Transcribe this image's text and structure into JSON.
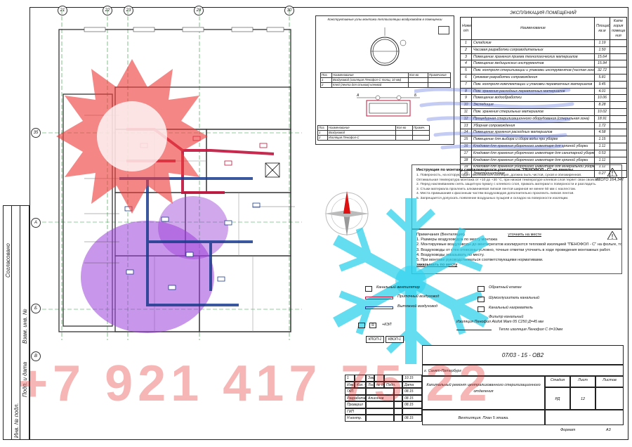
{
  "sheet": {
    "side_strip": [
      "Согласовано",
      "Взам. инв. №",
      "Подп. и дата",
      "Инв. № подл."
    ],
    "axis_labels": [
      "21",
      "22",
      "23",
      "28",
      "30",
      "35",
      "А",
      "Б",
      "В"
    ]
  },
  "detail": {
    "caption_top": "Конструктивные узлы монтажа теплоизоляции воздуховодов в помещении",
    "spec_head": [
      "Поз.",
      "Наименование",
      "Кол-во",
      "Примечание"
    ],
    "spec_rows": [
      [
        "1",
        "Воздуховод (изоляция Пенофол-С толщ. 10 мм)",
        "",
        ""
      ],
      [
        "2",
        "Клей (лента для стыков) клеевой",
        "",
        ""
      ]
    ],
    "spec2_head": [
      "Поз.",
      "Наименование",
      "Кол-во",
      "Примеч."
    ],
    "spec2_rows": [
      [
        "1",
        "Воздуховод",
        "",
        ""
      ],
      [
        "2",
        "Изоляция Пенофол-С",
        "",
        ""
      ]
    ],
    "label_a": "А",
    "label_b": "Б"
  },
  "explication": {
    "title": "ЭКСПЛИКАЦИЯ ПОМЕЩЕНИЙ",
    "headers": [
      "Номер п/п",
      "Наименование",
      "Площадь, кв.м",
      "Кате гория помеще ния"
    ],
    "rows": [
      [
        "1",
        "Складские",
        "1.19",
        ""
      ],
      [
        "2",
        "Часовая разработки сопроводительных",
        "1.50",
        ""
      ],
      [
        "3",
        "Помещение хранения приема технологических материалов",
        "15.64",
        ""
      ],
      [
        "4",
        "Помещение медицинских инструментов",
        "15.94",
        ""
      ],
      [
        "5",
        "Пом. контроля стерилизации и упаковки инструментов (чистая зона)",
        "32.72",
        ""
      ],
      [
        "6",
        "Грязевая разработки сопровождения",
        "5.81",
        ""
      ],
      [
        "7",
        "Пом. контроля комплектации и упаковки перевязочных материалов",
        "9.45",
        ""
      ],
      [
        "8",
        "Пом. хранения расходных перевязочных материалов",
        "4.01",
        ""
      ],
      [
        "9",
        "Помещение водообработки",
        "10.06",
        ""
      ],
      [
        "10",
        "Экспедиция",
        "8.28",
        ""
      ],
      [
        "11",
        "Пом. хранения стерильных материалов",
        "10.02",
        ""
      ],
      [
        "12",
        "Процедурная стерилизационного оборудования (стерильная зона)",
        "18.91",
        ""
      ],
      [
        "13",
        "Уборная сопровождения",
        "1.72",
        ""
      ],
      [
        "14",
        "Помещение хранения расходных материалов",
        "4.58",
        ""
      ],
      [
        "15",
        "Помещение для выбора и сбора воды при уборке",
        "1.15",
        ""
      ],
      [
        "16",
        "Кладовая для хранения уборочного инвентаря для грязной уборки",
        "1.11",
        ""
      ],
      [
        "17",
        "Кладовая для хранения уборочного инвентаря для санитарной уборки",
        "0.53",
        ""
      ],
      [
        "18",
        "Кладовая для хранения уборочного инвентаря для грязной уборки",
        "1.11",
        ""
      ],
      [
        "19",
        "Кладовая для хранения уборочного инвентаря для генеральной уборки",
        "1.11",
        ""
      ],
      [
        "20",
        "Электрощитовая",
        "0.27",
        ""
      ]
    ],
    "total": "ИТОГО 164,342"
  },
  "instructions": {
    "title": "Инструкция по монтажу самоклеящегося утеплителя \"ПЕНОФОЛ - С\" на каналы.",
    "lines": [
      "1. Поверхность, на которую будет наклеиваться изоляция, должна быть чистой, сухой и обезжиренной.",
      "   Оптимальная температура монтажа от +10 до +30 °С, при низкой температуре клеевой слой теряет свои свойства.",
      "2. Перед наклеиванием снять защитную бумагу с клеевого слоя, прижать материал к поверхности и разгладить.",
      "3. Стыки материала проклеить алюминиевой липкой лентой шириной не менее 50 мм с нахлестом.",
      "4. Места примыканий к фасонным частям воздуховодов дополнительно проклеить липкой лентой.",
      "5. Запрещается допускать появление воздушных пузырей и складок на поверхности изоляции."
    ]
  },
  "notes": {
    "title": "Примечания (Вентиляция)",
    "underline": "уточнить на месте",
    "lines": [
      "1. Размеры воздуховодов по месту монтажа",
      "2. Монтируемые воздуховоды до вентагрегатов изолируются тепловой изоляцией \"ПЕНОФОЛ - С\" на фольге, толщиной 10 мм.",
      "3. Воздуховоды от стен отнесены условно, точные отметки уточнить в ходе проведения монтажных работ.",
      "4. Воздуховоды заказывать по месту.",
      "5. При монтаже руководствоваться соответствующими нормативами."
    ],
    "emphasis": "заказывать по месту"
  },
  "legend": {
    "items": [
      "Канальный вентилятор",
      "Приточный воздуховод",
      "Вытяжной воздуховод",
      "Обратный клапан",
      "Шумоглушитель канальный",
      "Канальный нагреватель",
      "Фильтр канальный",
      "Изоляция Пенофол Alufoil Мат 05 С250 Д=45 мм",
      "Тепло изоляция Пенофол С д=10мм"
    ],
    "symbol_marks": [
      "+КЭЛ",
      "R"
    ],
    "stamp_labels": [
      "КПОП-1",
      "КВОП-1"
    ]
  },
  "title_block": {
    "code": "07/03 - 15 - ОВ2",
    "city": "г. Санкт-Петербург",
    "project": "Капитальный ремонт централизованного стерилизационного отделения",
    "sheet_name": "Вентиляция. План 5 этажа.",
    "stage_label": "Стадия",
    "stage": "РД",
    "sheet_label": "Лист",
    "sheet_num": "12",
    "sheets_label": "Листов",
    "header_cells": [
      "Изм.",
      "Кол. уч.",
      "Лист",
      "№ док.",
      "Подп.",
      "Дата"
    ],
    "row1": [
      "1",
      "",
      "Зам.",
      "",
      "",
      "10.15"
    ],
    "roles": [
      "ГАП",
      "Разработал",
      "Проверил",
      "ГИП",
      "Н.контр."
    ],
    "names": [
      "",
      "Алисонов",
      "",
      "",
      ""
    ],
    "dates": [
      "08.15",
      "08.15",
      "08.15",
      "",
      "08.15"
    ],
    "format_label": "Формат",
    "format": "А3"
  },
  "watermark_phone": "+7 921 417 75 22",
  "colors": {
    "supply": "#c0143c",
    "exhaust": "#1a3a8c",
    "sun": "#ee3b3b",
    "snow": "#2ad1ec",
    "purple": "#9b3fd8"
  }
}
